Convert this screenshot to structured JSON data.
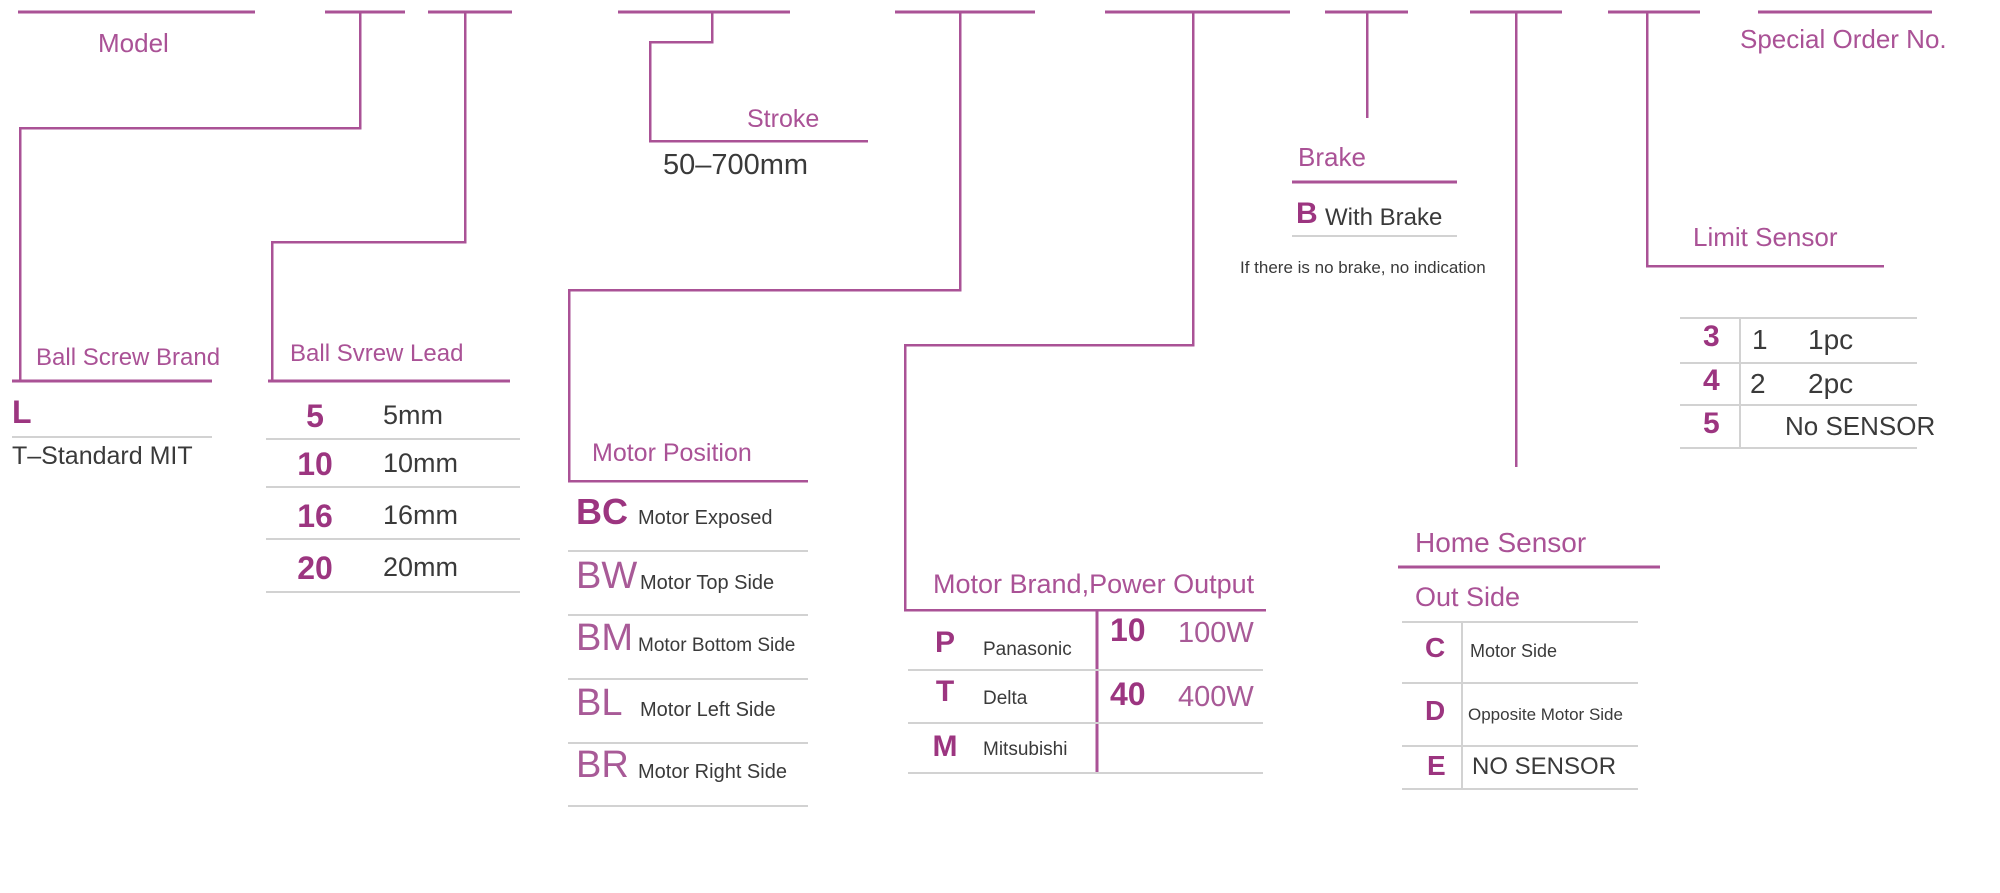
{
  "colors": {
    "accent": "#aa5296",
    "accent_bold": "#9c3580",
    "text_dark": "#3a3a3a",
    "divider_gray": "#d2d2d2",
    "background": "#ffffff"
  },
  "model": {
    "title": "Model"
  },
  "ball_screw_brand": {
    "title": "Ball Screw Brand",
    "code": "L",
    "desc": "T–Standard MIT"
  },
  "ball_screw_lead": {
    "title": "Ball Svrew Lead",
    "rows": [
      {
        "code": "5",
        "label": "5mm"
      },
      {
        "code": "10",
        "label": "10mm"
      },
      {
        "code": "16",
        "label": "16mm"
      },
      {
        "code": "20",
        "label": "20mm"
      }
    ]
  },
  "stroke": {
    "title": "Stroke",
    "range": "50–700mm"
  },
  "motor_position": {
    "title": "Motor Position",
    "rows": [
      {
        "code": "BC",
        "label": "Motor Exposed"
      },
      {
        "code": "BW",
        "label": "Motor Top Side"
      },
      {
        "code": "BM",
        "label": "Motor Bottom Side"
      },
      {
        "code": "BL",
        "label": "Motor Left Side"
      },
      {
        "code": "BR",
        "label": "Motor Right Side"
      }
    ]
  },
  "motor_brand_power": {
    "title": "Motor Brand,Power Output",
    "brands": [
      {
        "code": "P",
        "label": "Panasonic"
      },
      {
        "code": "T",
        "label": "Delta"
      },
      {
        "code": "M",
        "label": "Mitsubishi"
      }
    ],
    "powers": [
      {
        "code": "10",
        "label": "100W"
      },
      {
        "code": "40",
        "label": "400W"
      }
    ]
  },
  "brake": {
    "title": "Brake",
    "code": "B",
    "label": "With Brake",
    "note": "If there is no brake, no indication"
  },
  "home_sensor": {
    "title": "Home Sensor",
    "subtitle": "Out Side",
    "rows": [
      {
        "code": "C",
        "label": "Motor Side"
      },
      {
        "code": "D",
        "label": "Opposite Motor Side"
      },
      {
        "code": "E",
        "label": "NO SENSOR"
      }
    ]
  },
  "limit_sensor": {
    "title": "Limit Sensor",
    "rows": [
      {
        "code": "3",
        "qty": "1",
        "label": "1pc"
      },
      {
        "code": "4",
        "qty": "2",
        "label": "2pc"
      },
      {
        "code": "5",
        "qty": "",
        "label": "No SENSOR"
      }
    ]
  },
  "special_order": {
    "title": "Special Order No."
  }
}
